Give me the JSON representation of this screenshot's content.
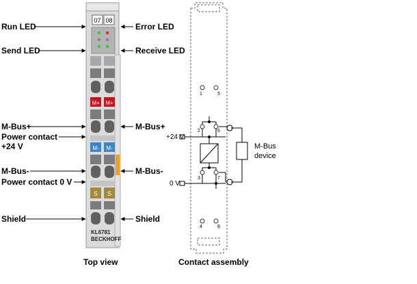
{
  "terminal": {
    "channel_left": "07",
    "channel_right": "08",
    "model": "KL6781",
    "brand": "BECKHOFF",
    "mbus_plus_tag": "M+",
    "mbus_minus_tag": "M-",
    "shield_tag": "S"
  },
  "labels": {
    "run_led": "Run LED",
    "error_led": "Error LED",
    "send_led": "Send LED",
    "receive_led": "Receive LED",
    "mbus_plus_left": "M-Bus+",
    "power_contact_24_line1": "Power contact",
    "power_contact_24_line2": "+24 V",
    "mbus_plus_right": "M-Bus+",
    "mbus_minus_left": "M-Bus-",
    "power_contact_0": "Power contact 0 V",
    "mbus_minus_right": "M-Bus-",
    "shield_left": "Shield",
    "shield_right": "Shield"
  },
  "assembly": {
    "v24": "+24 V",
    "v0": "0 V",
    "device_line1": "M-Bus",
    "device_line2": "device",
    "pin1": "1",
    "pin2": "2",
    "pin3": "3",
    "pin4": "4",
    "pin5": "5",
    "pin6": "6",
    "pin7": "7",
    "pin8": "8"
  },
  "captions": {
    "top_view": "Top view",
    "contact_assembly": "Contact assembly"
  },
  "colors": {
    "terminal_body": "#dcdcdc",
    "mbus_plus": "#c8141e",
    "mbus_minus": "#3a86c8",
    "shield": "#a08a3c",
    "led_green": "#38c838",
    "led_red": "#e03030",
    "latch_orange": "#f0a020"
  }
}
